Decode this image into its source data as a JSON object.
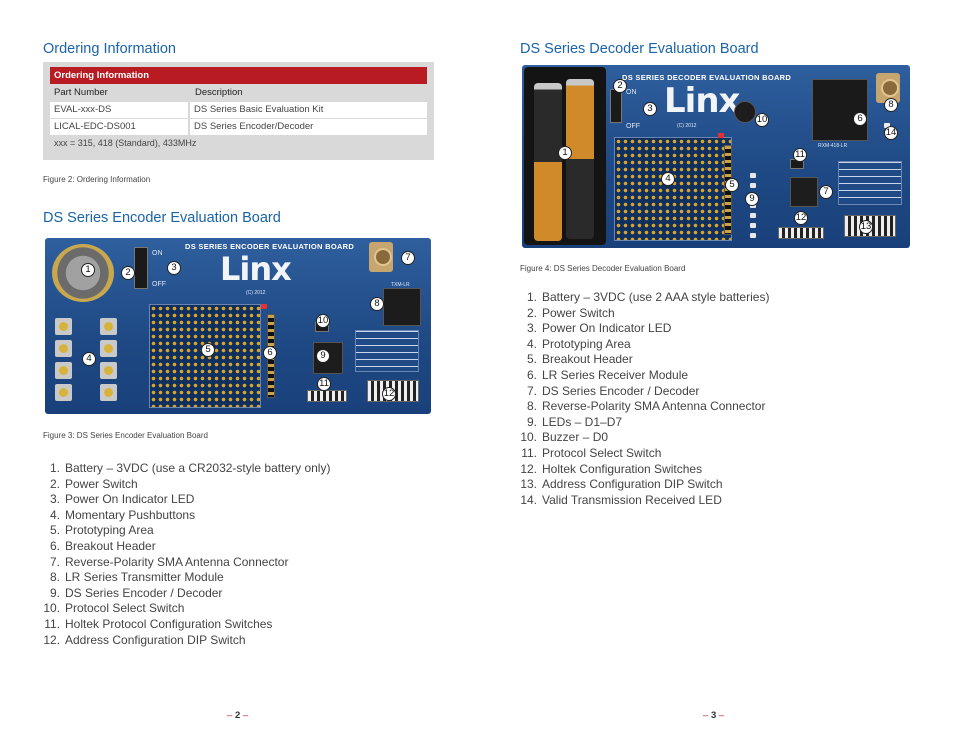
{
  "left": {
    "ordering_heading": "Ordering Information",
    "table": {
      "header": "Ordering Information",
      "col_part": "Part Number",
      "col_desc": "Description",
      "rows": [
        {
          "part": "EVAL-xxx-DS",
          "desc": "DS Series Basic Evaluation Kit"
        },
        {
          "part": "LICAL-EDC-DS001",
          "desc": "DS Series Encoder/Decoder"
        }
      ],
      "note": "xxx = 315, 418 (Standard), 433MHz"
    },
    "figure2_caption": "Figure 2: Ordering Information",
    "encoder_heading": "DS Series Encoder Evaluation Board",
    "encoder_board": {
      "silk_title": "DS SERIES ENCODER EVALUATION BOARD",
      "logo": "Linx",
      "copyright": "(C) 2012",
      "on": "ON",
      "off": "OFF",
      "module": "TXM-LR",
      "callouts": [
        "1",
        "2",
        "3",
        "4",
        "5",
        "6",
        "7",
        "8",
        "9",
        "10",
        "11",
        "12"
      ]
    },
    "figure3_caption": "Figure 3: DS Series Encoder Evaluation Board",
    "encoder_list": [
      "Battery – 3VDC (use a CR2032-style battery only)",
      "Power Switch",
      "Power On Indicator LED",
      "Momentary Pushbuttons",
      "Prototyping Area",
      "Breakout Header",
      "Reverse-Polarity SMA Antenna Connector",
      "LR Series Transmitter Module",
      "DS Series Encoder / Decoder",
      "Protocol Select Switch",
      "Holtek Protocol Configuration Switches",
      "Address Configuration DIP Switch"
    ],
    "page_number": "2"
  },
  "right": {
    "decoder_heading": "DS Series Decoder Evaluation Board",
    "decoder_board": {
      "silk_title": "DS SERIES DECODER EVALUATION BOARD",
      "logo": "Linx",
      "copyright": "(C) 2012",
      "on": "ON",
      "off": "OFF",
      "module": "RXM-418-LR",
      "callouts": [
        "1",
        "2",
        "3",
        "4",
        "5",
        "6",
        "7",
        "8",
        "9",
        "10",
        "11",
        "12",
        "13",
        "14"
      ]
    },
    "figure4_caption": "Figure 4: DS Series Decoder Evaluation Board",
    "decoder_list": [
      "Battery – 3VDC (use 2 AAA style batteries)",
      "Power Switch",
      "Power On Indicator LED",
      "Prototyping Area",
      "Breakout Header",
      "LR Series Receiver Module",
      "DS Series Encoder / Decoder",
      "Reverse-Polarity SMA Antenna Connector",
      "LEDs – D1–D7",
      "Buzzer – D0",
      "Protocol Select Switch",
      "Holtek Configuration Switches",
      "Address Configuration DIP Switch",
      "Valid Transmission Received LED"
    ],
    "page_number": "3"
  },
  "colors": {
    "heading": "#1a63a8",
    "table_header": "#b81b22",
    "board": "#1f4a85"
  }
}
